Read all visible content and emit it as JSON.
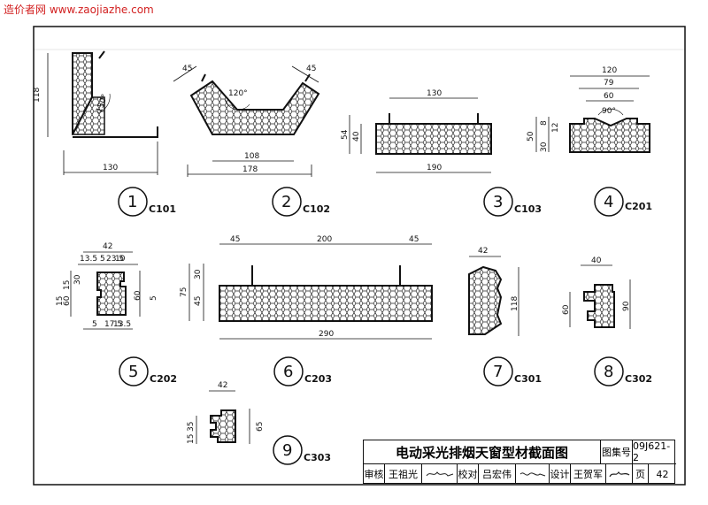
{
  "watermark": {
    "site_cn": "造价者网",
    "url": "www.zaojiazhe.com"
  },
  "figures": [
    {
      "num": "1",
      "code": "C101",
      "dims": [
        "118",
        "150°",
        "130"
      ]
    },
    {
      "num": "2",
      "code": "C102",
      "dims": [
        "45",
        "45",
        "120°",
        "108",
        "178"
      ]
    },
    {
      "num": "3",
      "code": "C103",
      "dims": [
        "130",
        "54",
        "40",
        "190"
      ]
    },
    {
      "num": "4",
      "code": "C201",
      "dims": [
        "120",
        "79",
        "60",
        "90°",
        "50",
        "8",
        "12",
        "30"
      ]
    },
    {
      "num": "5",
      "code": "C202",
      "dims": [
        "42",
        "13.5",
        "5",
        "23.5",
        "10",
        "30",
        "15",
        "15",
        "60",
        "60",
        "5",
        "5",
        "17.5",
        "13.5"
      ]
    },
    {
      "num": "6",
      "code": "C203",
      "dims": [
        "45",
        "200",
        "45",
        "30",
        "45",
        "75",
        "290"
      ]
    },
    {
      "num": "7",
      "code": "C301",
      "dims": [
        "42",
        "118"
      ]
    },
    {
      "num": "8",
      "code": "C302",
      "dims": [
        "40",
        "60",
        "90"
      ]
    },
    {
      "num": "9",
      "code": "C303",
      "dims": [
        "42",
        "15",
        "35",
        "65"
      ]
    }
  ],
  "title_block": {
    "title": "电动采光排烟天窗型材截面图",
    "atlas_label": "图集号",
    "atlas_no": "09J621-2",
    "review_label": "审核",
    "reviewer": "王祖光",
    "check_label": "校对",
    "checker": "吕宏伟",
    "design_label": "设计",
    "designer": "王贺军",
    "page_label": "页",
    "page_no": "42"
  }
}
